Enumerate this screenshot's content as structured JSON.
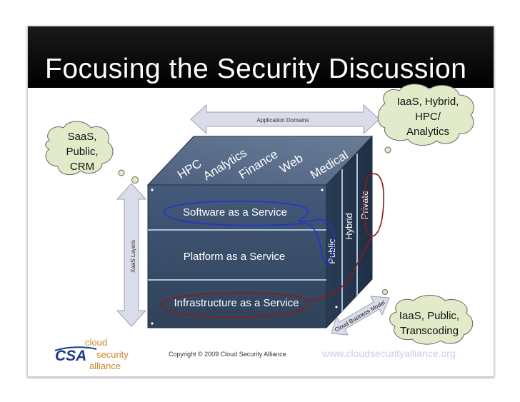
{
  "slide": {
    "title": "Focusing the Security Discussion",
    "copyright": "Copyright © 2009 Cloud Security Alliance",
    "website": "www.cloudsecurityalliance.org"
  },
  "logo": {
    "mark": "CSA",
    "line1": "cloud",
    "line2": "security",
    "line3": "alliance"
  },
  "diagram": {
    "application_domains_label": "Application Domains",
    "xaas_layers_label": "XaaS Layers",
    "business_model_label": "Cloud Business Model",
    "domains": [
      "HPC",
      "Analytics",
      "Finance",
      "Web",
      "Medical"
    ],
    "layers": [
      "Software as a Service",
      "Platform as a Service",
      "Infrastructure as a Service"
    ],
    "deployment_models": [
      "Public",
      "Hybrid",
      "Private"
    ]
  },
  "callouts": {
    "left": [
      "SaaS,",
      "Public,",
      "CRM"
    ],
    "top_right": [
      "IaaS, Hybrid,",
      "HPC/",
      "Analytics"
    ],
    "bottom_right": [
      "IaaS, Public,",
      "Transcoding"
    ]
  },
  "colors": {
    "cube_front": "#3a4f68",
    "cube_top": "#5a6e88",
    "cube_side": "#283a51",
    "arrow_fill": "#d9dde9",
    "cloud_fill": "#e2ebc9",
    "saas_ellipse": "#2233cc",
    "iaas_ellipse": "#8c1a1a",
    "logo_blue": "#1a3a8c",
    "logo_orange": "#c7882a"
  }
}
